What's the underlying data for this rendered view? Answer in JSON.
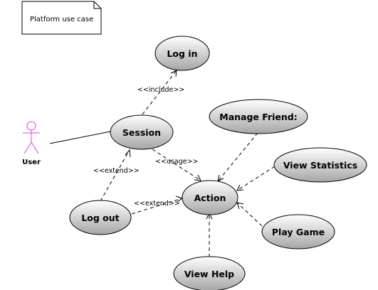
{
  "note": {
    "text": "Platform use case"
  },
  "actor": {
    "label": "User",
    "color": "#e040e0"
  },
  "use_cases": {
    "log_in": "Log in",
    "session": "Session",
    "manage_friends": "Manage Friend:",
    "view_statistics": "View Statistics",
    "action": "Action",
    "log_out": "Log out",
    "play_game": "Play Game",
    "view_help": "View Help"
  },
  "relations": {
    "session_log_in": "<<include>>",
    "session_action": "<<usage>>",
    "log_out_session": "<<extend>>",
    "log_out_action": "<<extend>>"
  },
  "colors": {
    "usecase_top": "#ffffff",
    "usecase_bottom": "#a6a6a6",
    "outline": "#000000"
  }
}
